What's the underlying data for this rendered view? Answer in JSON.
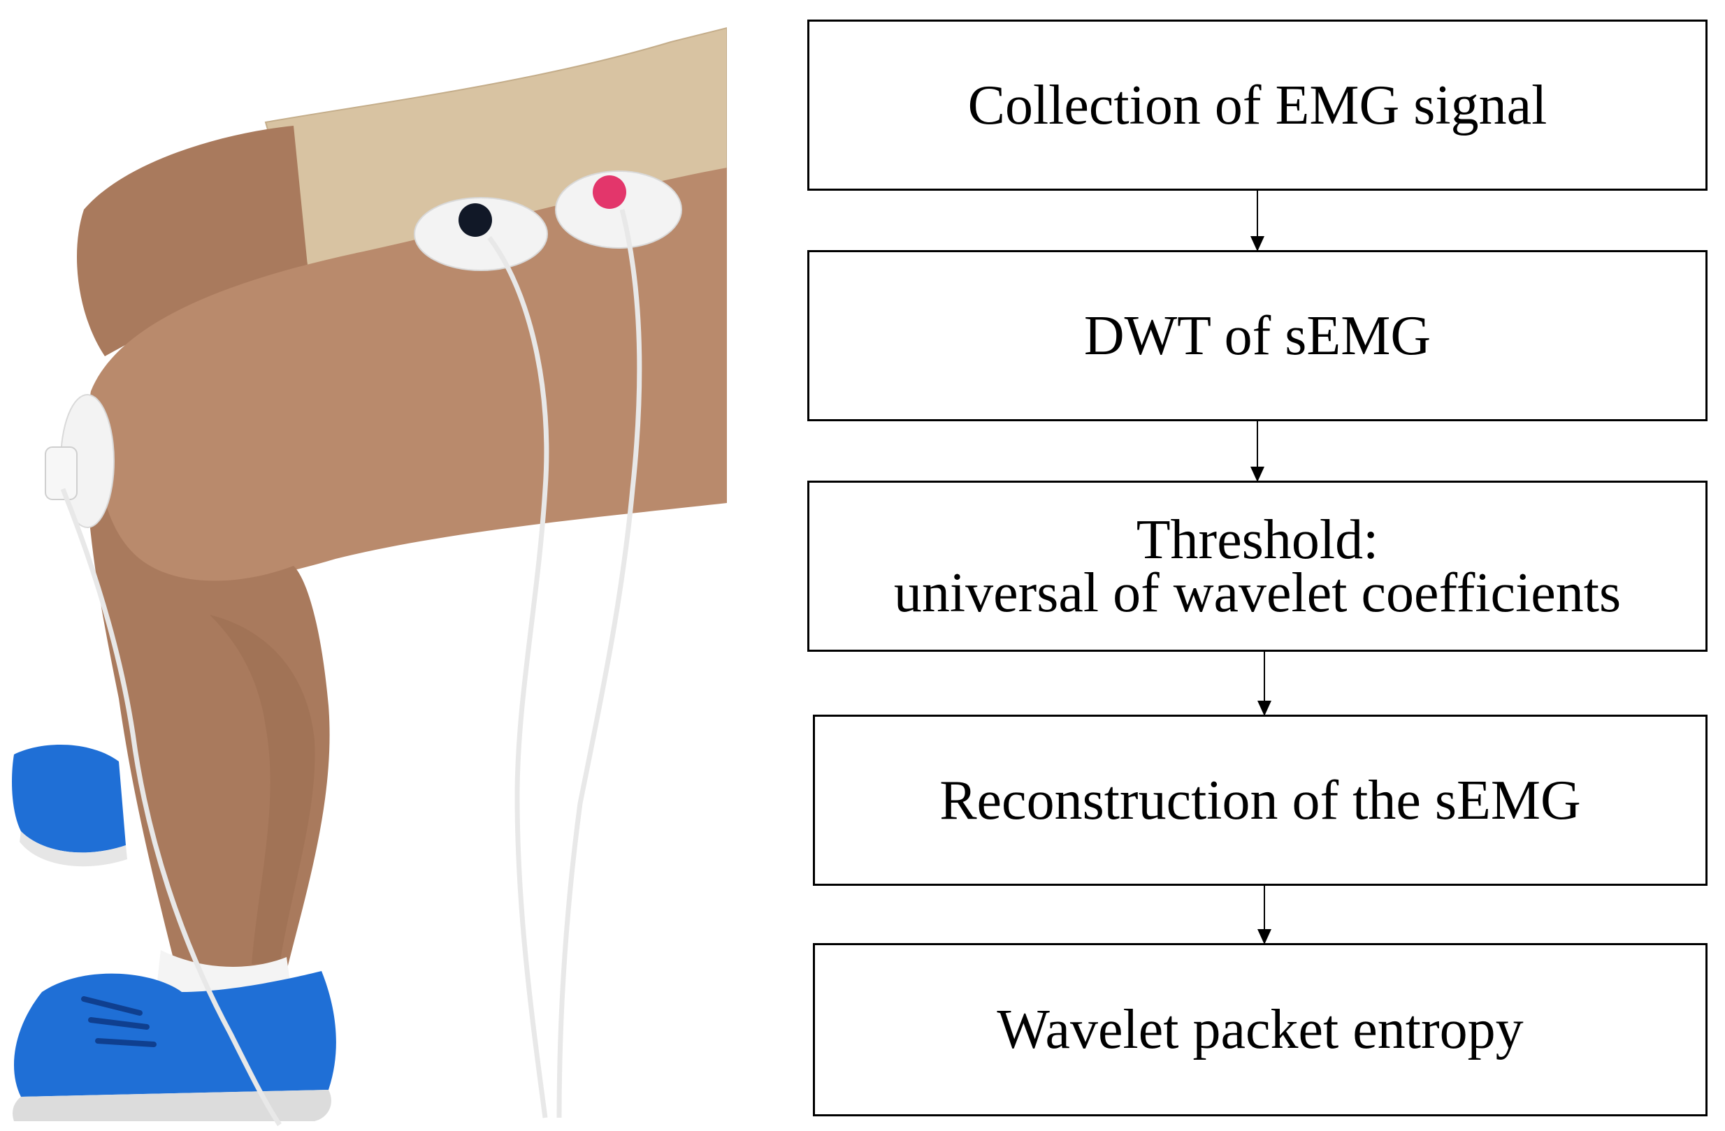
{
  "flowchart": {
    "steps": [
      {
        "id": "collection",
        "label": "Collection of EMG signal"
      },
      {
        "id": "dwt",
        "label": "DWT of sEMG"
      },
      {
        "id": "threshold",
        "label_lines": [
          "Threshold:",
          "universal of wavelet coefficients"
        ]
      },
      {
        "id": "reconstruction",
        "label": "Reconstruction of the sEMG"
      },
      {
        "id": "entropy",
        "label": "Wavelet packet entropy"
      }
    ]
  },
  "photo": {
    "colors": {
      "skin": "#b98a6c",
      "skin_shadow": "#9c6e52",
      "shorts": "#d8c3a2",
      "shoe": "#1f6fd6",
      "electrode": "#f3f3f3",
      "lead_black": "#111827",
      "lead_red": "#e3366b",
      "cable": "#e8e8e8"
    }
  }
}
